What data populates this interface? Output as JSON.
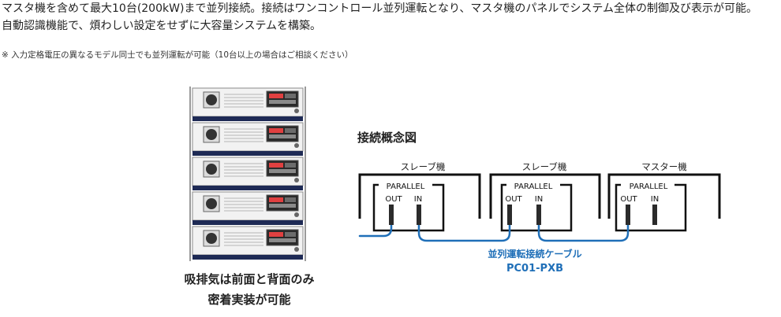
{
  "intro": {
    "line1": "マスタ機を含めて最大10台(200kW)まで並列接続。接続はワンコントロール並列運転となり、マスタ機のパネルでシステム全体の制御及び表示が可能。",
    "line2": "自動認識機能で、煩わしい設定をせずに大容量システムを構築。"
  },
  "note": "※ 入力定格電圧の異なるモデル同士でも並列運転が可能（10台以上の場合はご相談ください）",
  "rack_caption": {
    "line1": "吸排気は前面と背面のみ",
    "line2": "密着実装が可能"
  },
  "diagram": {
    "title": "接続概念図",
    "units": [
      {
        "label": "スレーブ機",
        "port_group": "PARALLEL",
        "out": "OUT",
        "in": "IN"
      },
      {
        "label": "スレーブ機",
        "port_group": "PARALLEL",
        "out": "OUT",
        "in": "IN"
      },
      {
        "label": "マスター機",
        "port_group": "PARALLEL",
        "out": "OUT",
        "in": "IN"
      }
    ],
    "cable_name": "並列運転接続ケーブル",
    "cable_model": "PC01-PXB",
    "colors": {
      "cable": "#1f6fb8",
      "cable_text": "#1f6fb8",
      "outline": "#111111"
    }
  }
}
